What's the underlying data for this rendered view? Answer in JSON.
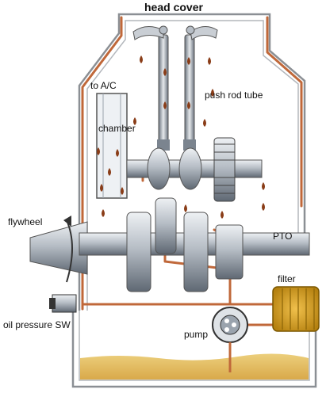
{
  "labels": {
    "head_cover": "head cover",
    "to_ac": "to A/C",
    "push_rod_tube": "push rod tube",
    "chamber": "chamber",
    "flywheel": "flywheel",
    "pto": "PTO",
    "filter": "filter",
    "oil_pressure_sw": "oil pressure SW",
    "pump": "pump"
  },
  "colors": {
    "oil_line": "#c0683a",
    "oil_drop": "#8a3d18",
    "oil_fill": "#e8c46a",
    "metal_dark": "#5b6470",
    "metal_mid": "#9aa3ad",
    "metal_light": "#dfe3e7",
    "casing_outline": "#8b8f94"
  }
}
